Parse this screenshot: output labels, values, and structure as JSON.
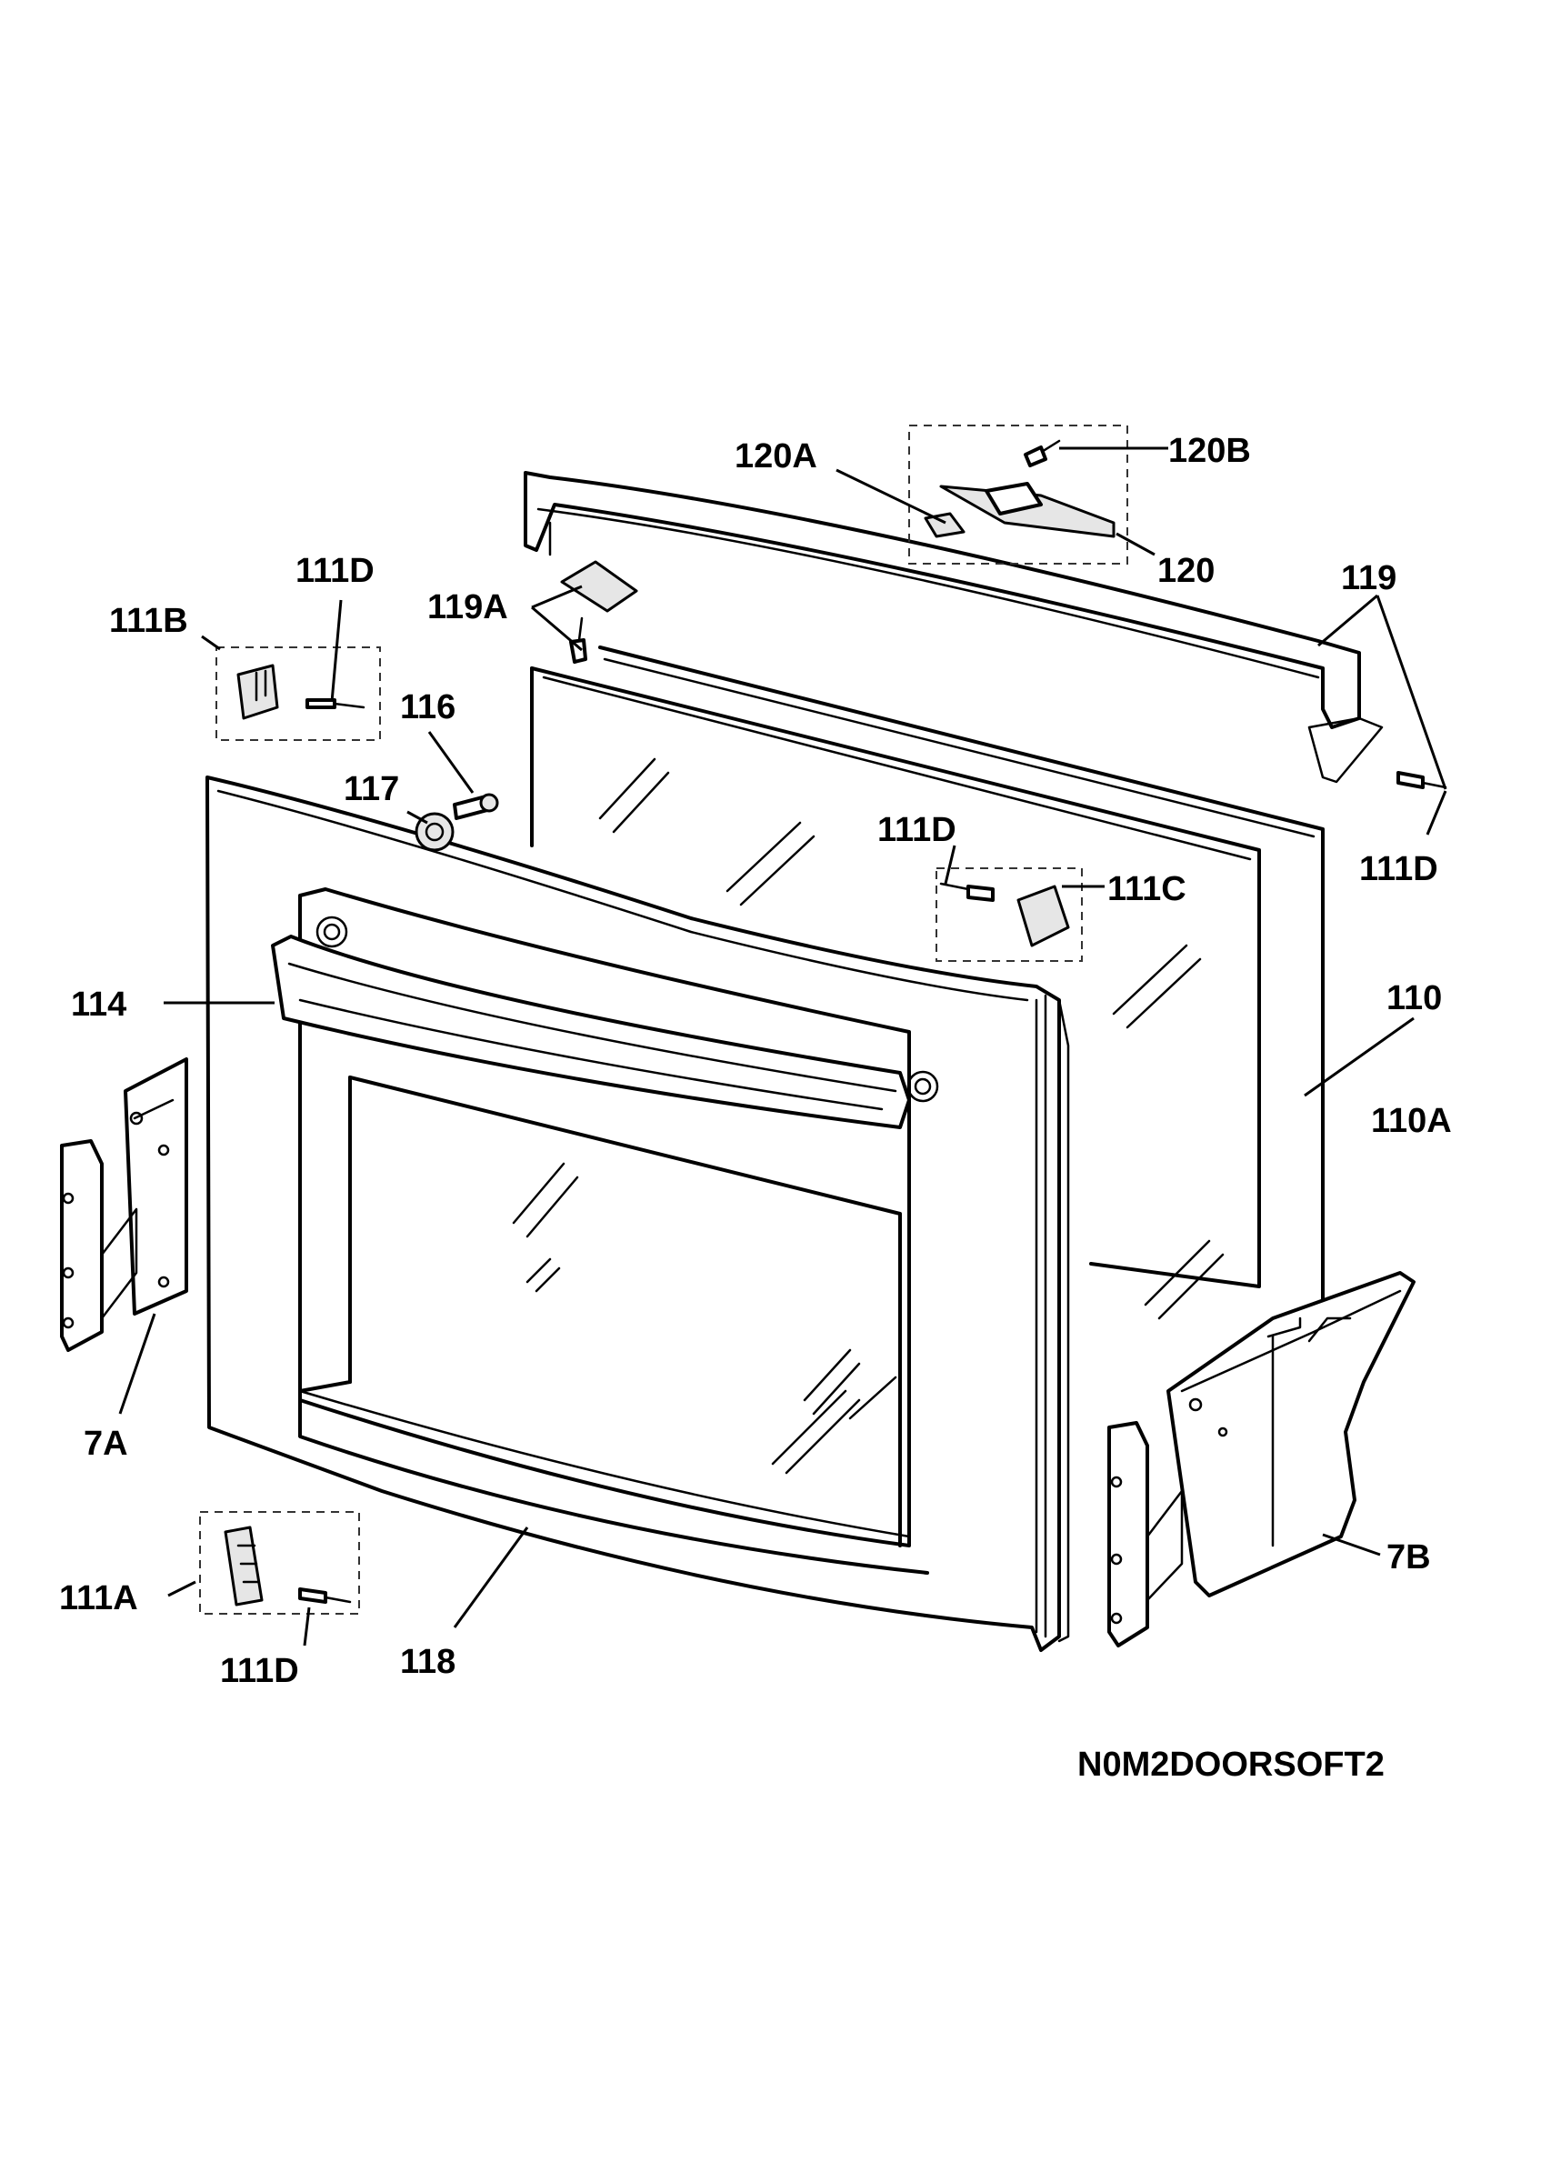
{
  "labels": {
    "p120A": "120A",
    "p120B": "120B",
    "p120": "120",
    "p119": "119",
    "p119A": "119A",
    "p111D_top": "111D",
    "p111B": "111B",
    "p116": "116",
    "p117": "117",
    "p111D_mid": "111D",
    "p111C": "111C",
    "p111D_right": "111D",
    "p110": "110",
    "p110A": "110A",
    "p114": "114",
    "p7A": "7A",
    "p7B": "7B",
    "p111A": "111A",
    "p111D_bottom": "111D",
    "p118": "118"
  },
  "drawing_code": "N0M2DOORSOFT2",
  "line_color": "#000000",
  "background": "#ffffff"
}
